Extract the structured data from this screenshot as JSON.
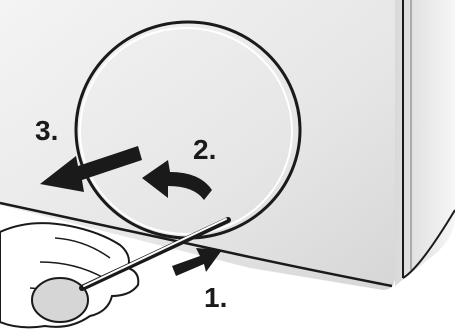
{
  "steps": [
    {
      "label": "1."
    },
    {
      "label": "2."
    },
    {
      "label": "3."
    }
  ],
  "colors": {
    "panel": "#e9e9e9",
    "panel_shadow": "#c9c9c9",
    "side_panel": "#f3f3f3",
    "outline": "#1a1a1a",
    "arrow": "#1a1a1a"
  },
  "icons": {
    "hand": "hand-holding-screwdriver",
    "tool": "screwdriver-icon"
  }
}
